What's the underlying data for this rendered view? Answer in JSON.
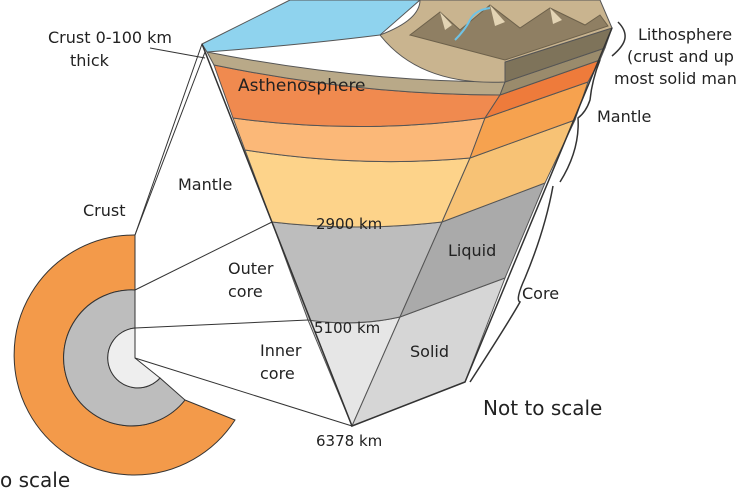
{
  "labels": {
    "crust_thickness_line1": "Crust 0-100 km",
    "crust_thickness_line2": "thick",
    "asthenosphere": "Asthenosphere",
    "mantle_left": "Mantle",
    "crust_left": "Crust",
    "outer_core_line1": "Outer",
    "outer_core_line2": "core",
    "inner_core_line1": "Inner",
    "inner_core_line2": "core",
    "depth_2900": "2900 km",
    "depth_5100": "5100 km",
    "depth_6378": "6378 km",
    "liquid": "Liquid",
    "solid": "Solid",
    "core_right": "Core",
    "mantle_right": "Mantle",
    "lithosphere_line1": "Lithosphere",
    "lithosphere_line2": "(crust and up",
    "lithosphere_line3": "most solid man",
    "not_to_scale": "Not to scale",
    "to_scale_partial": "o scale"
  },
  "colors": {
    "ocean": "#8fd3ee",
    "crust_rock": "#a89a7a",
    "asthenosphere": "#f07d45",
    "upper_mantle": "#f9a466",
    "lower_mantle": "#fdd38a",
    "outer_core": "#bdbdbd",
    "inner_core": "#e6e6e6",
    "side_mantle": "#f3a64f",
    "side_outer_core": "#aaaaaa",
    "side_inner_core": "#d6d6d6"
  }
}
